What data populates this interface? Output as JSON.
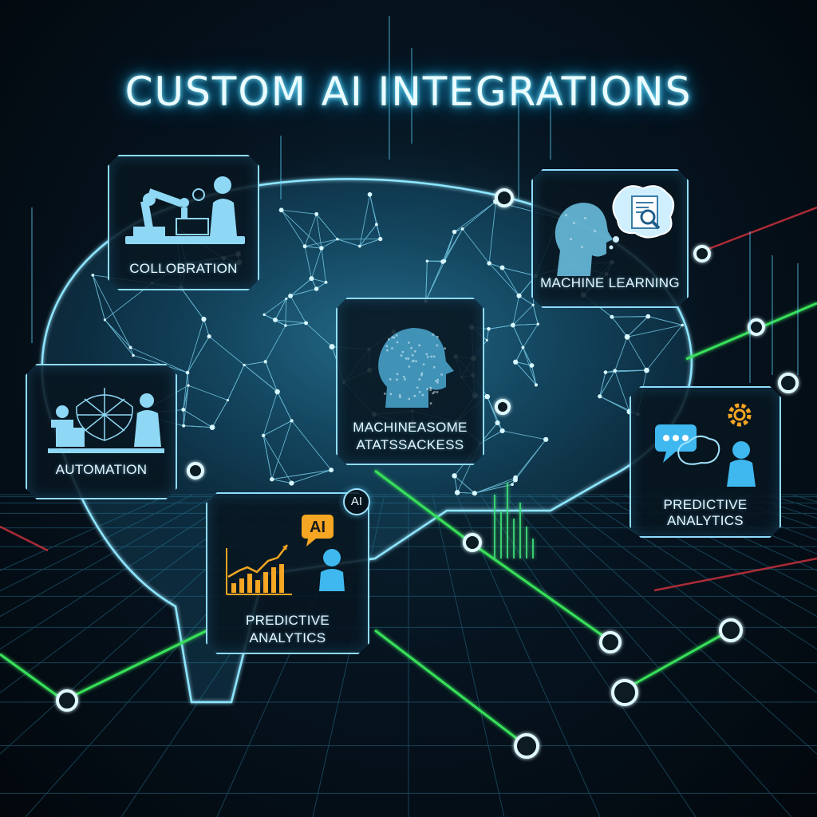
{
  "title": "CUSTOM AI INTEGRATIONS",
  "cards": {
    "collaboration": {
      "label": "COLLOBRATION",
      "icon": "robot-arm-collaboration-icon"
    },
    "machine_learning": {
      "label": "MACHINE LEARNING",
      "icon": "head-thought-document-icon"
    },
    "center": {
      "label_line1": "MACHINEASOME",
      "label_line2": "ATATSSACKESS",
      "icon": "digital-head-icon"
    },
    "automation": {
      "label": "AUTOMATION",
      "icon": "people-network-icon"
    },
    "predictive_right": {
      "label_line1": "PREDICTIVE",
      "label_line2": "ANALYTICS",
      "icon": "chat-gear-person-icon"
    },
    "predictive_left": {
      "label_line1": "PREDICTIVE",
      "label_line2": "ANALYTICS",
      "icon": "bar-chart-ai-person-icon",
      "ai_tag": "AI"
    }
  },
  "ai_badge": "AI",
  "colors": {
    "background": "#02070c",
    "accent_cyan": "#5fd6ff",
    "accent_green": "#37e05a",
    "accent_red": "#d6333f",
    "accent_orange": "#f5a623"
  }
}
